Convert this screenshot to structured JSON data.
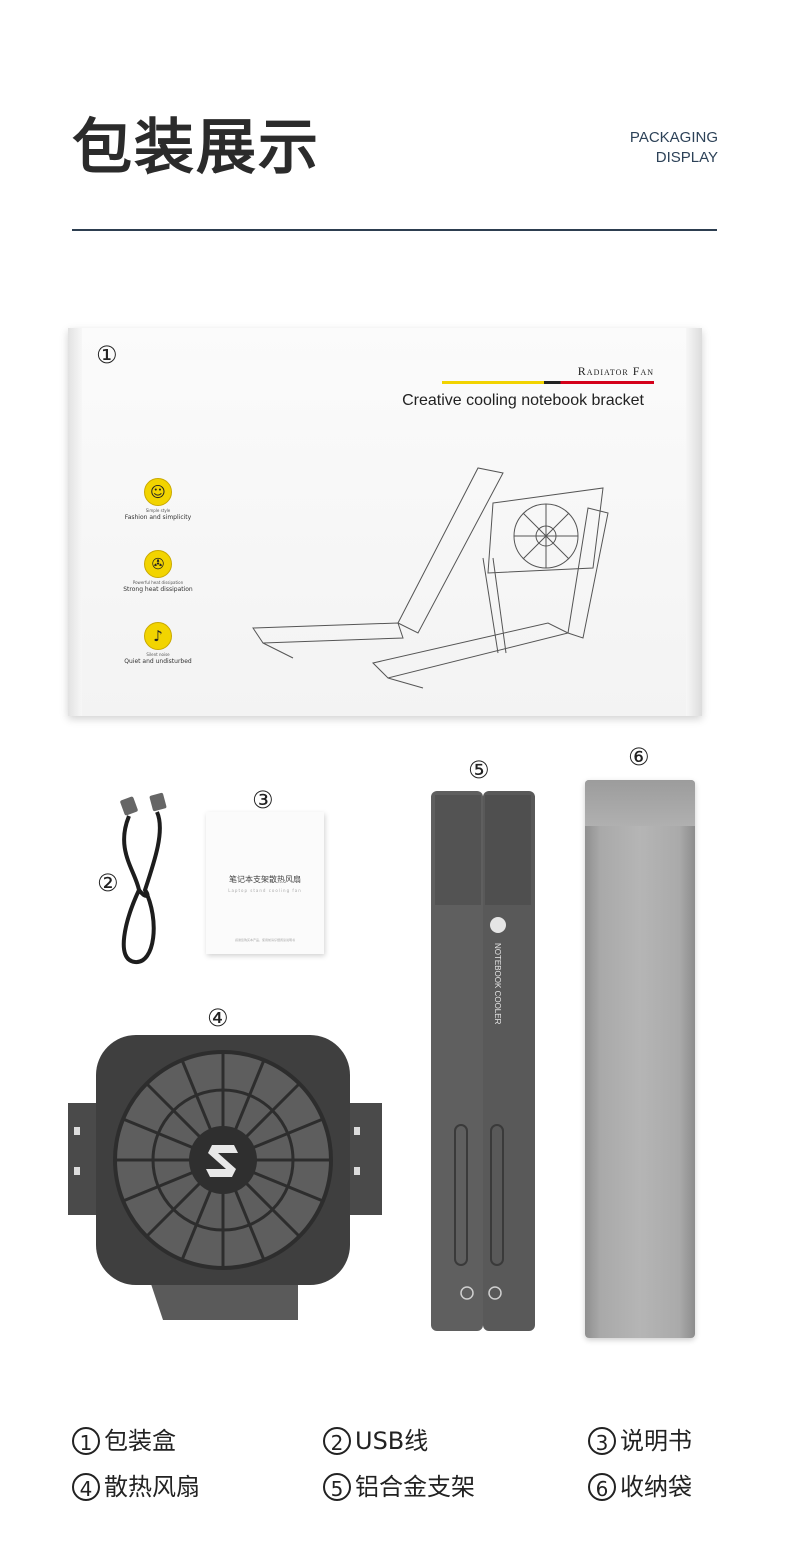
{
  "header": {
    "title": "包装展示",
    "subtitle_line1": "PACKAGING",
    "subtitle_line2": "DISPLAY"
  },
  "box": {
    "number": "①",
    "brand": "Radiator Fan",
    "tagline": "Creative cooling notebook bracket",
    "features": [
      {
        "icon": "palette-icon",
        "small": "Simple style",
        "label": "Fashion and simplicity"
      },
      {
        "icon": "fan-icon",
        "small": "Powerful heat dissipation",
        "label": "Strong heat dissipation"
      },
      {
        "icon": "speaker-mute-icon",
        "small": "Silent noise",
        "label": "Quiet and undisturbed"
      }
    ],
    "accent_colors": {
      "yellow": "#f1d300",
      "red": "#d4001a"
    }
  },
  "items": {
    "cable_number": "②",
    "manual_number": "③",
    "manual_title": "笔记本支架散热风扇",
    "manual_subtitle": "Laptop stand cooling fan",
    "manual_footer": "感谢您购买本产品，使用前请仔细阅读说明书",
    "fan_number": "④",
    "stand_number": "⑤",
    "stand_label": "NOTEBOOK COOLER",
    "pouch_number": "⑥"
  },
  "legend": [
    {
      "num": "1",
      "label": "包装盒"
    },
    {
      "num": "2",
      "label": "USB线"
    },
    {
      "num": "3",
      "label": "说明书"
    },
    {
      "num": "4",
      "label": "散热风扇"
    },
    {
      "num": "5",
      "label": "铝合金支架"
    },
    {
      "num": "6",
      "label": "收纳袋"
    }
  ]
}
